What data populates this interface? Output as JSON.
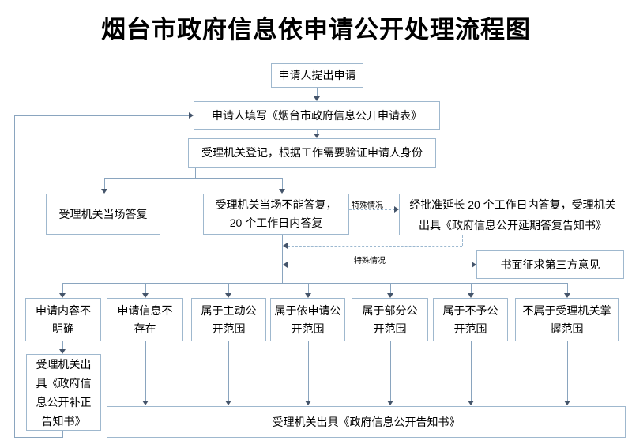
{
  "title": "烟台市政府信息依申请公开处理流程图",
  "flow": {
    "apply": "申请人提出申请",
    "fill_form": "申请人填写《烟台市政府信息公开申请表》",
    "register": "受理机关登记，根据工作需要验证申请人身份",
    "onsite_reply": "受理机关当场答复",
    "delayed_reply": "受理机关当场不能答复，20 个工作日内答复",
    "extended_reply": "经批准延长 20 个工作日内答复，受理机关出具《政府信息公开延期答复告知书》",
    "third_party_opinion": "书面征求第三方意见",
    "outcomes": [
      "申请内容不明确",
      "申请信息不存在",
      "属于主动公开范围",
      "属于依申请公开范围",
      "属于部分公开范围",
      "属于不予公开范围",
      "不属于受理机关掌握范围"
    ],
    "supplement_notice": "受理机关出具《政府信息公开补正告知书》",
    "final_notice": "受理机关出具《政府信息公开告知书》"
  },
  "edge_labels": {
    "special_case_extend": "特殊情况",
    "special_case_third_party": "特殊情况"
  },
  "colors": {
    "box_border": "#9fb8ce",
    "solid_line": "#8aa5bf",
    "dashed_line": "#9cb8d0",
    "arrowhead": "#44546a",
    "text": "#000000",
    "background": "#ffffff"
  }
}
